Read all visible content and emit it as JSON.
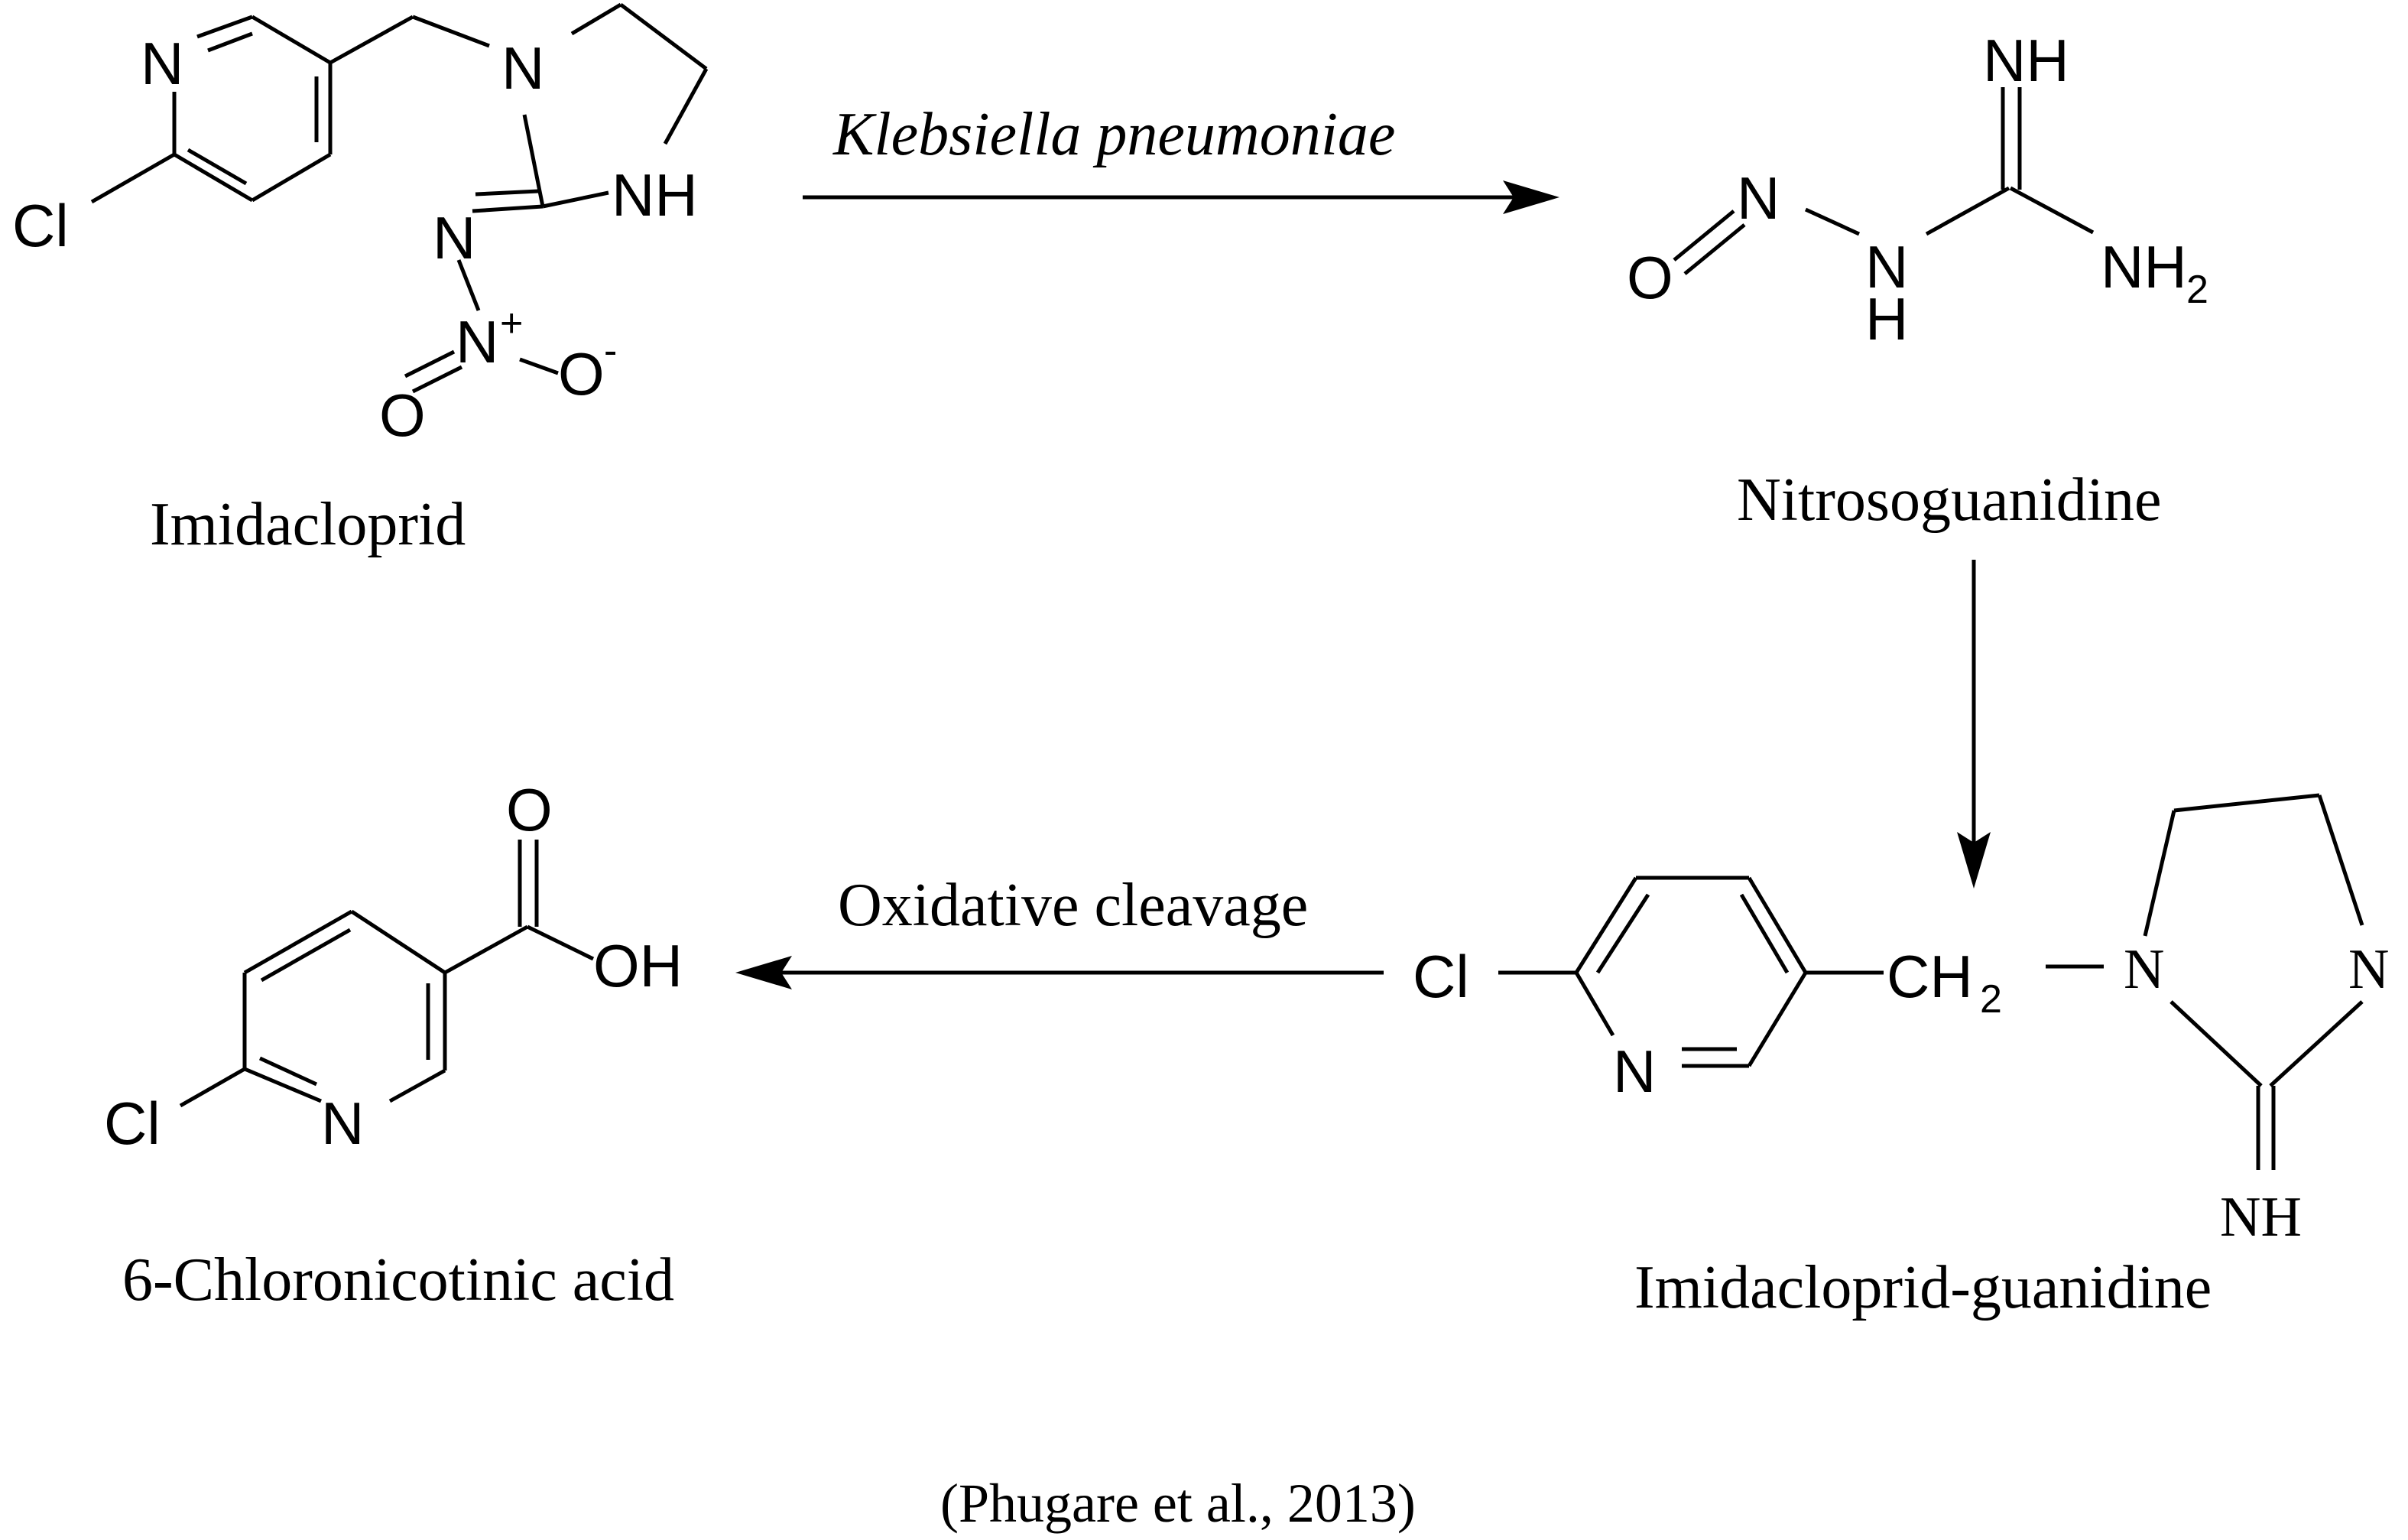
{
  "compounds": {
    "imidacloprid": {
      "name": "Imidacloprid"
    },
    "nitrosoguanidine": {
      "name": "Nitrosoguanidine"
    },
    "imidacloprid_guanidine": {
      "name": "Imidacloprid-guanidine"
    },
    "chloronicotinic_acid": {
      "name": "6-Chloronicotinic acid"
    }
  },
  "arrows": {
    "step1": {
      "label": "Klebsiella pneumoniae"
    },
    "step3": {
      "label": "Oxidative cleavage"
    }
  },
  "atoms": {
    "N": "N",
    "Cl": "Cl",
    "NH": "NH",
    "O": "O",
    "plus": "+",
    "minus": "-",
    "H": "H",
    "OH": "OH",
    "CH": "CH",
    "two": "2"
  },
  "citation": "(Phugare et al., 2013)"
}
